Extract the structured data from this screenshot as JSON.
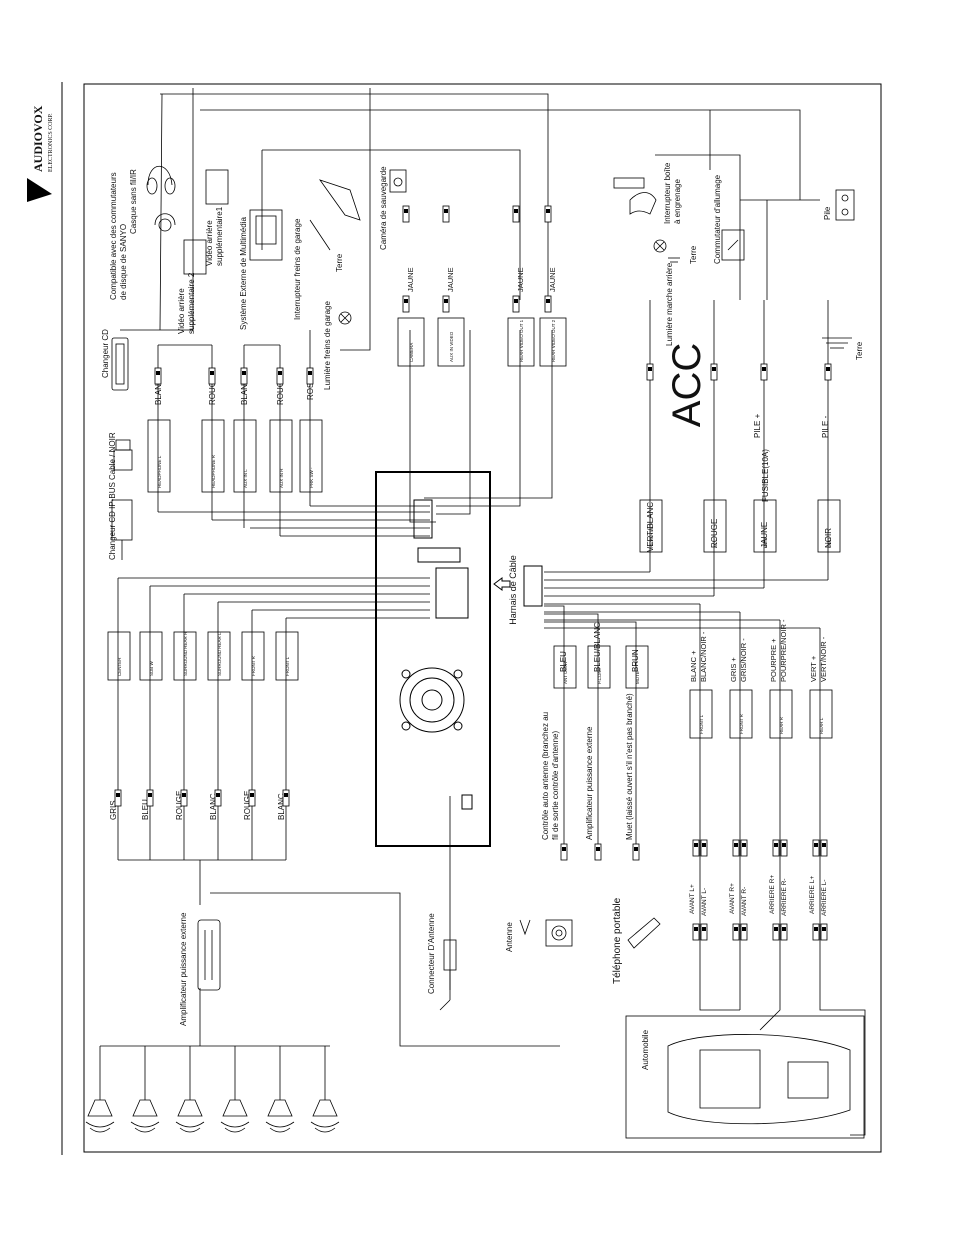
{
  "brand": {
    "name": "AUDIOVOX",
    "sub": "ELECTRONICS CORP."
  },
  "acc": "ACC",
  "labels": {
    "cable_harness": "Harnais de Câble",
    "cd_changer_cable": "Changeur CD IP-BUS Cable / NOIR",
    "cd_changer": "Changeur CD",
    "sanyo_1": "Compatible avec des commutateurs",
    "sanyo_2": "de disque de SANYO",
    "wireless_headset": "Casque sans fil/IR",
    "rear_video2_1": "Vidéo arrière",
    "rear_video2_2": "supplémentaire 2",
    "rear_video1_1": "Vidéo arrière",
    "rear_video1_2": "supplémentaire1",
    "multimedia": "Système Externe de Multimédia",
    "parking_switch": "Interrupteur freins de garage",
    "parking_light": "Lumière freins de garage",
    "terre": "Terre",
    "backup_camera": "Caméra de sauvegarde",
    "reverse_light": "Lumière marche arrière",
    "reverse_switch_1": "Interrupteur boîte",
    "reverse_switch_2": "à engrenage",
    "ignition": "Commutateur d'allumage",
    "battery": "Pile",
    "fuse": "FUSIBLE(10A)",
    "pile_plus": "PILE +",
    "pile_minus": "PILE -",
    "amp_ext_left": "Amplificateur puissance externe",
    "antenna_connector": "Connecteur D'Antenne",
    "antenna": "Antenne",
    "portable_phone": "Téléphone portable",
    "antenna_ctrl_1": "Contrôle auto antenne (branchez au",
    "antenna_ctrl_2": "fil de sortie contrôle d'antenne)",
    "amp_ext": "Amplificateur puissance externe",
    "mute_note": "Muet (laissé ouvert s'il n'est pas branché)",
    "automobile": "Automobile"
  },
  "top_connectors": [
    {
      "label": "HEADPHONE L",
      "wire": "BLANC"
    },
    {
      "label": "HEADPHONE R",
      "wire": "ROUGE"
    },
    {
      "label": "AUX IN L",
      "wire": "BLANC"
    },
    {
      "label": "AUX IN R",
      "wire": "ROUGE"
    },
    {
      "label": "PRK SW -",
      "wire": "ROSE"
    }
  ],
  "video_connectors": [
    {
      "label": "CAMERA",
      "wire": "JAUNE"
    },
    {
      "label": "AUX IN VIDEO",
      "wire": "JAUNE"
    },
    {
      "label": "REAR VIDEO OUT 1",
      "wire": "JAUNE"
    },
    {
      "label": "REAR VIDEO OUT 2",
      "wire": "JAUNE"
    }
  ],
  "power_wires": [
    {
      "label": "REVERSE +",
      "wire": "VERT/BLANC"
    },
    {
      "label": "ACC",
      "wire": "ROUGE"
    },
    {
      "label": "BATT",
      "wire": "JAUNE"
    },
    {
      "label": "GND",
      "wire": "NOIR"
    }
  ],
  "preouts": [
    {
      "label": "CENTER",
      "wire": "GRIS"
    },
    {
      "label": "SUB W",
      "wire": "BLEU"
    },
    {
      "label": "SURROUND REAR R",
      "wire": "ROUGE"
    },
    {
      "label": "SURROUND REAR L",
      "wire": "BLANC"
    },
    {
      "label": "FRONT R",
      "wire": "ROUGE"
    },
    {
      "label": "FRONT L",
      "wire": "BLANC"
    }
  ],
  "aux_outs": [
    {
      "label": "ANT CONT",
      "wire": "BLEU"
    },
    {
      "label": "P.CONT",
      "wire": "BLEU/BLANC"
    },
    {
      "label": "MUTE",
      "wire": "BRUN"
    }
  ],
  "speakers": [
    {
      "label": "FRONT L",
      "wire_a": "BLANC +",
      "wire_b": "BLANC/NOIR -",
      "pos": "AVANT L+",
      "neg": "AVANT L-"
    },
    {
      "label": "FRONT R",
      "wire_a": "GRIS +",
      "wire_b": "GRIS/NOIR -",
      "pos": "AVANT R+",
      "neg": "AVANT R-"
    },
    {
      "label": "REAR R",
      "wire_a": "POURPRE +",
      "wire_b": "POURPRE/NOIR -",
      "pos": "ARRIERE R+",
      "neg": "ARRIERE R-"
    },
    {
      "label": "REAR L",
      "wire_a": "VERT +",
      "wire_b": "VERT/NOIR -",
      "pos": "ARRIERE L+",
      "neg": "ARRIERE L-"
    }
  ]
}
